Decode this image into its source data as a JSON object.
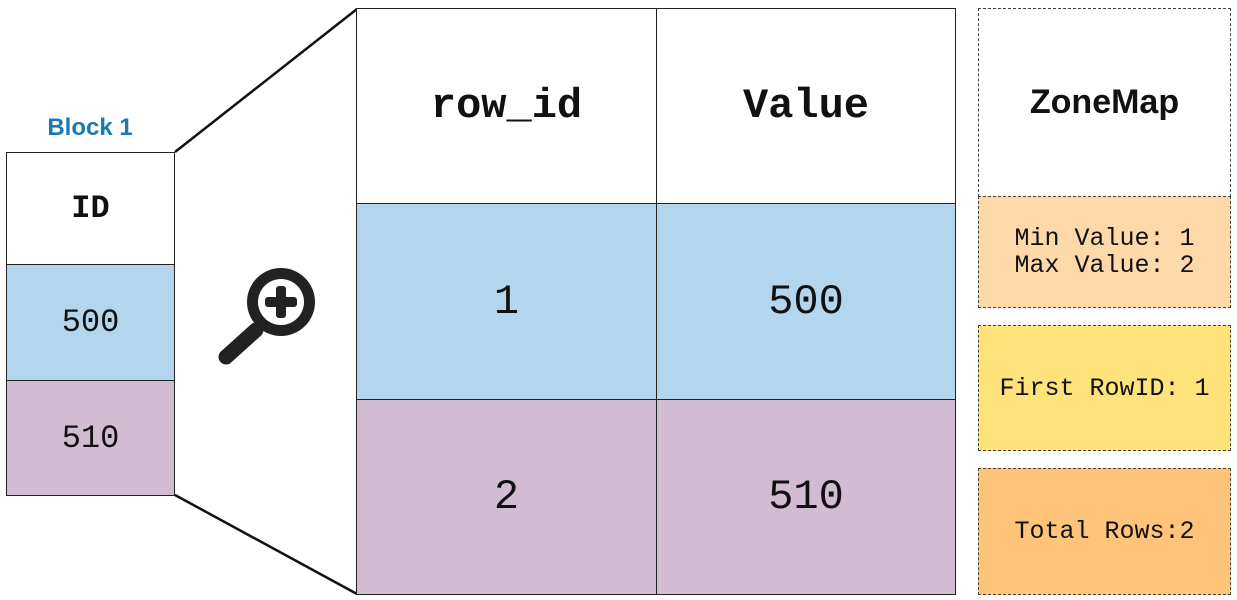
{
  "block": {
    "label": "Block 1",
    "color": "#1a7ab5"
  },
  "small_table": {
    "header": "ID",
    "rows": [
      "500",
      "510"
    ]
  },
  "zoom_icon": "zoom-in-magnifier-icon",
  "big_table": {
    "headers": [
      "row_id",
      "Value"
    ],
    "rows": [
      [
        "1",
        "500"
      ],
      [
        "2",
        "510"
      ]
    ]
  },
  "zonemap": {
    "title": "ZoneMap",
    "min_value": "Min Value: 1",
    "max_value": "Max Value: 2",
    "first_rowid": "First RowID: 1",
    "total_rows": "Total Rows:2"
  },
  "colors": {
    "row1": "#b3d5ee",
    "row2": "#d1bcd2",
    "minmax_bg": "#fdd8a8",
    "first_bg": "#fee27a",
    "total_bg": "#fdc47a"
  }
}
